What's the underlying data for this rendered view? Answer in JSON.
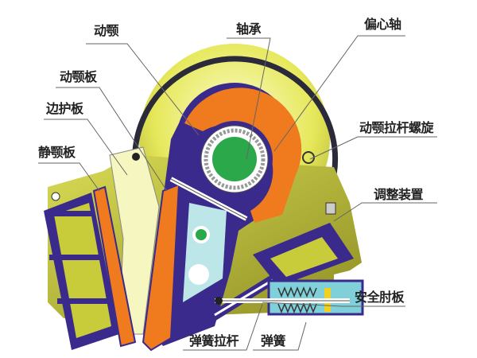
{
  "labels": {
    "moving_jaw": "动颚",
    "bearing": "轴承",
    "eccentric_shaft": "偏心轴",
    "moving_jaw_plate": "动颚板",
    "side_guard_plate": "边护板",
    "fixed_jaw_plate": "静颚板",
    "moving_jaw_tie_rod_screw": "动颚拉杆螺旋",
    "adjusting_device": "调整装置",
    "toggle_plate": "安全肘板",
    "spring_tie_rod": "弹簧拉杆",
    "spring": "弹簧"
  },
  "colors": {
    "frame": "#3a2a8c",
    "jaw_plate": "#f07a1e",
    "body": "#e8ea70",
    "shaft": "#2aa84a",
    "flywheel_rim": "#2a2a3a",
    "spring_housing": "#7fd0d8"
  }
}
